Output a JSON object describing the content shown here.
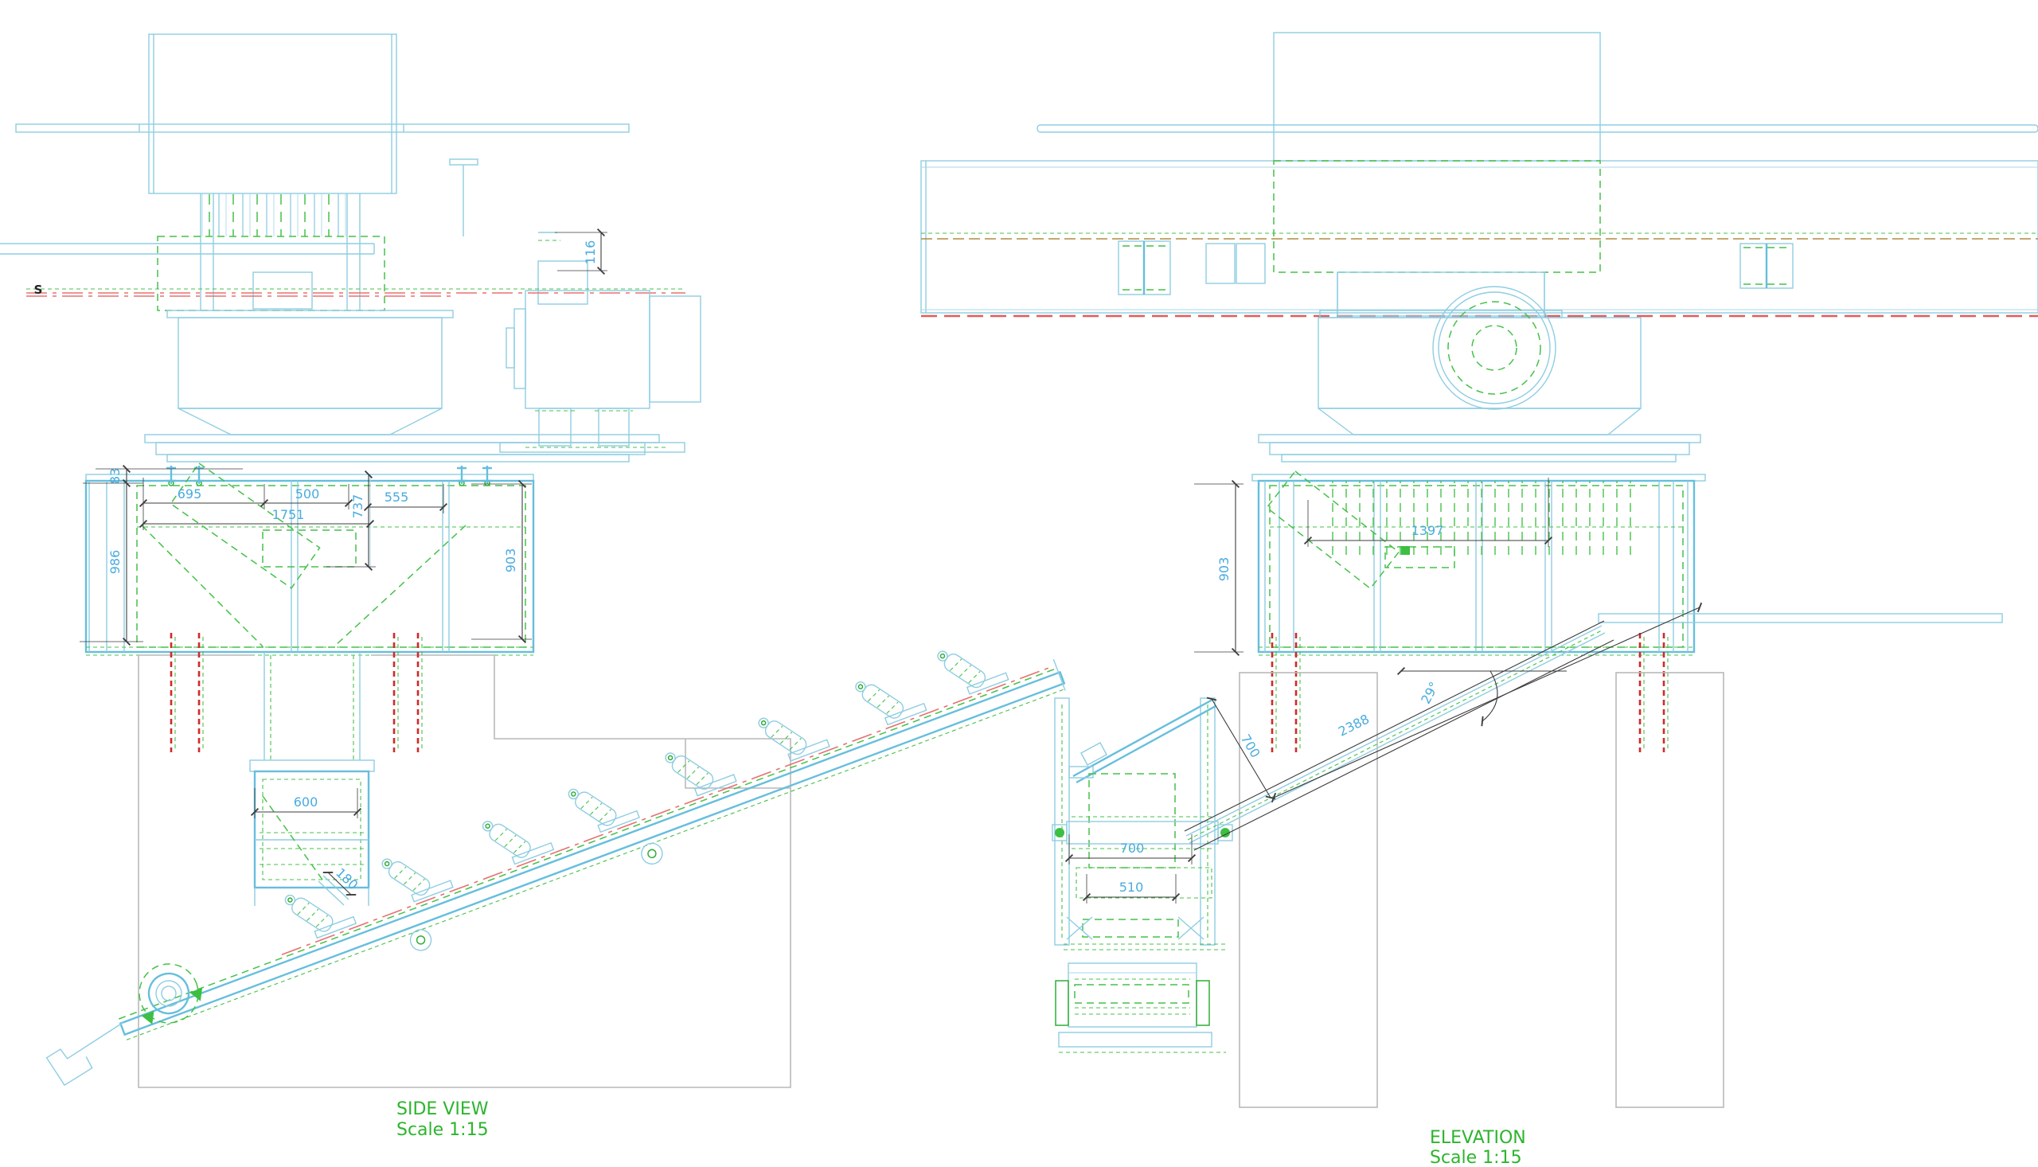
{
  "document": {
    "kind": "engineering CAD drawing, two orthographic views of a mill discharge / conveyor feed station"
  },
  "side_view": {
    "title": "SIDE VIEW",
    "scale_label": "Scale 1:15",
    "section_mark": "S",
    "dimensions": {
      "plate_offset": "83",
      "column_height": "986",
      "opening_left": "695",
      "opening_mid": "500",
      "opening_total": "1751",
      "spout_depth": "737",
      "opening_right": "555",
      "box_height": "903",
      "beam_clearance": "116",
      "chute_width": "600",
      "throat_gap": "180"
    }
  },
  "elevation": {
    "title": "ELEVATION",
    "scale_label": "Scale 1:15",
    "dimensions": {
      "box_height": "903",
      "box_opening_width": "1397",
      "conveyor_clearance": "700",
      "conveyor_length": "2388",
      "incline_angle": "29°",
      "feeder_belt_width": "700",
      "feeder_opening_width": "510"
    }
  },
  "colors": {
    "structure_cyan": "#8ecde2",
    "structure_cyan_bold": "#66bedd",
    "hidden_line_green": "#45c148",
    "centerline_red": "#e25b5b",
    "anchor_bolt_red": "#d12a2a",
    "concrete_gray": "#b9b9b9",
    "dimension_text_blue": "#49abdf",
    "dimension_line": "#3c3c3c",
    "title_green": "#2cb52c"
  }
}
